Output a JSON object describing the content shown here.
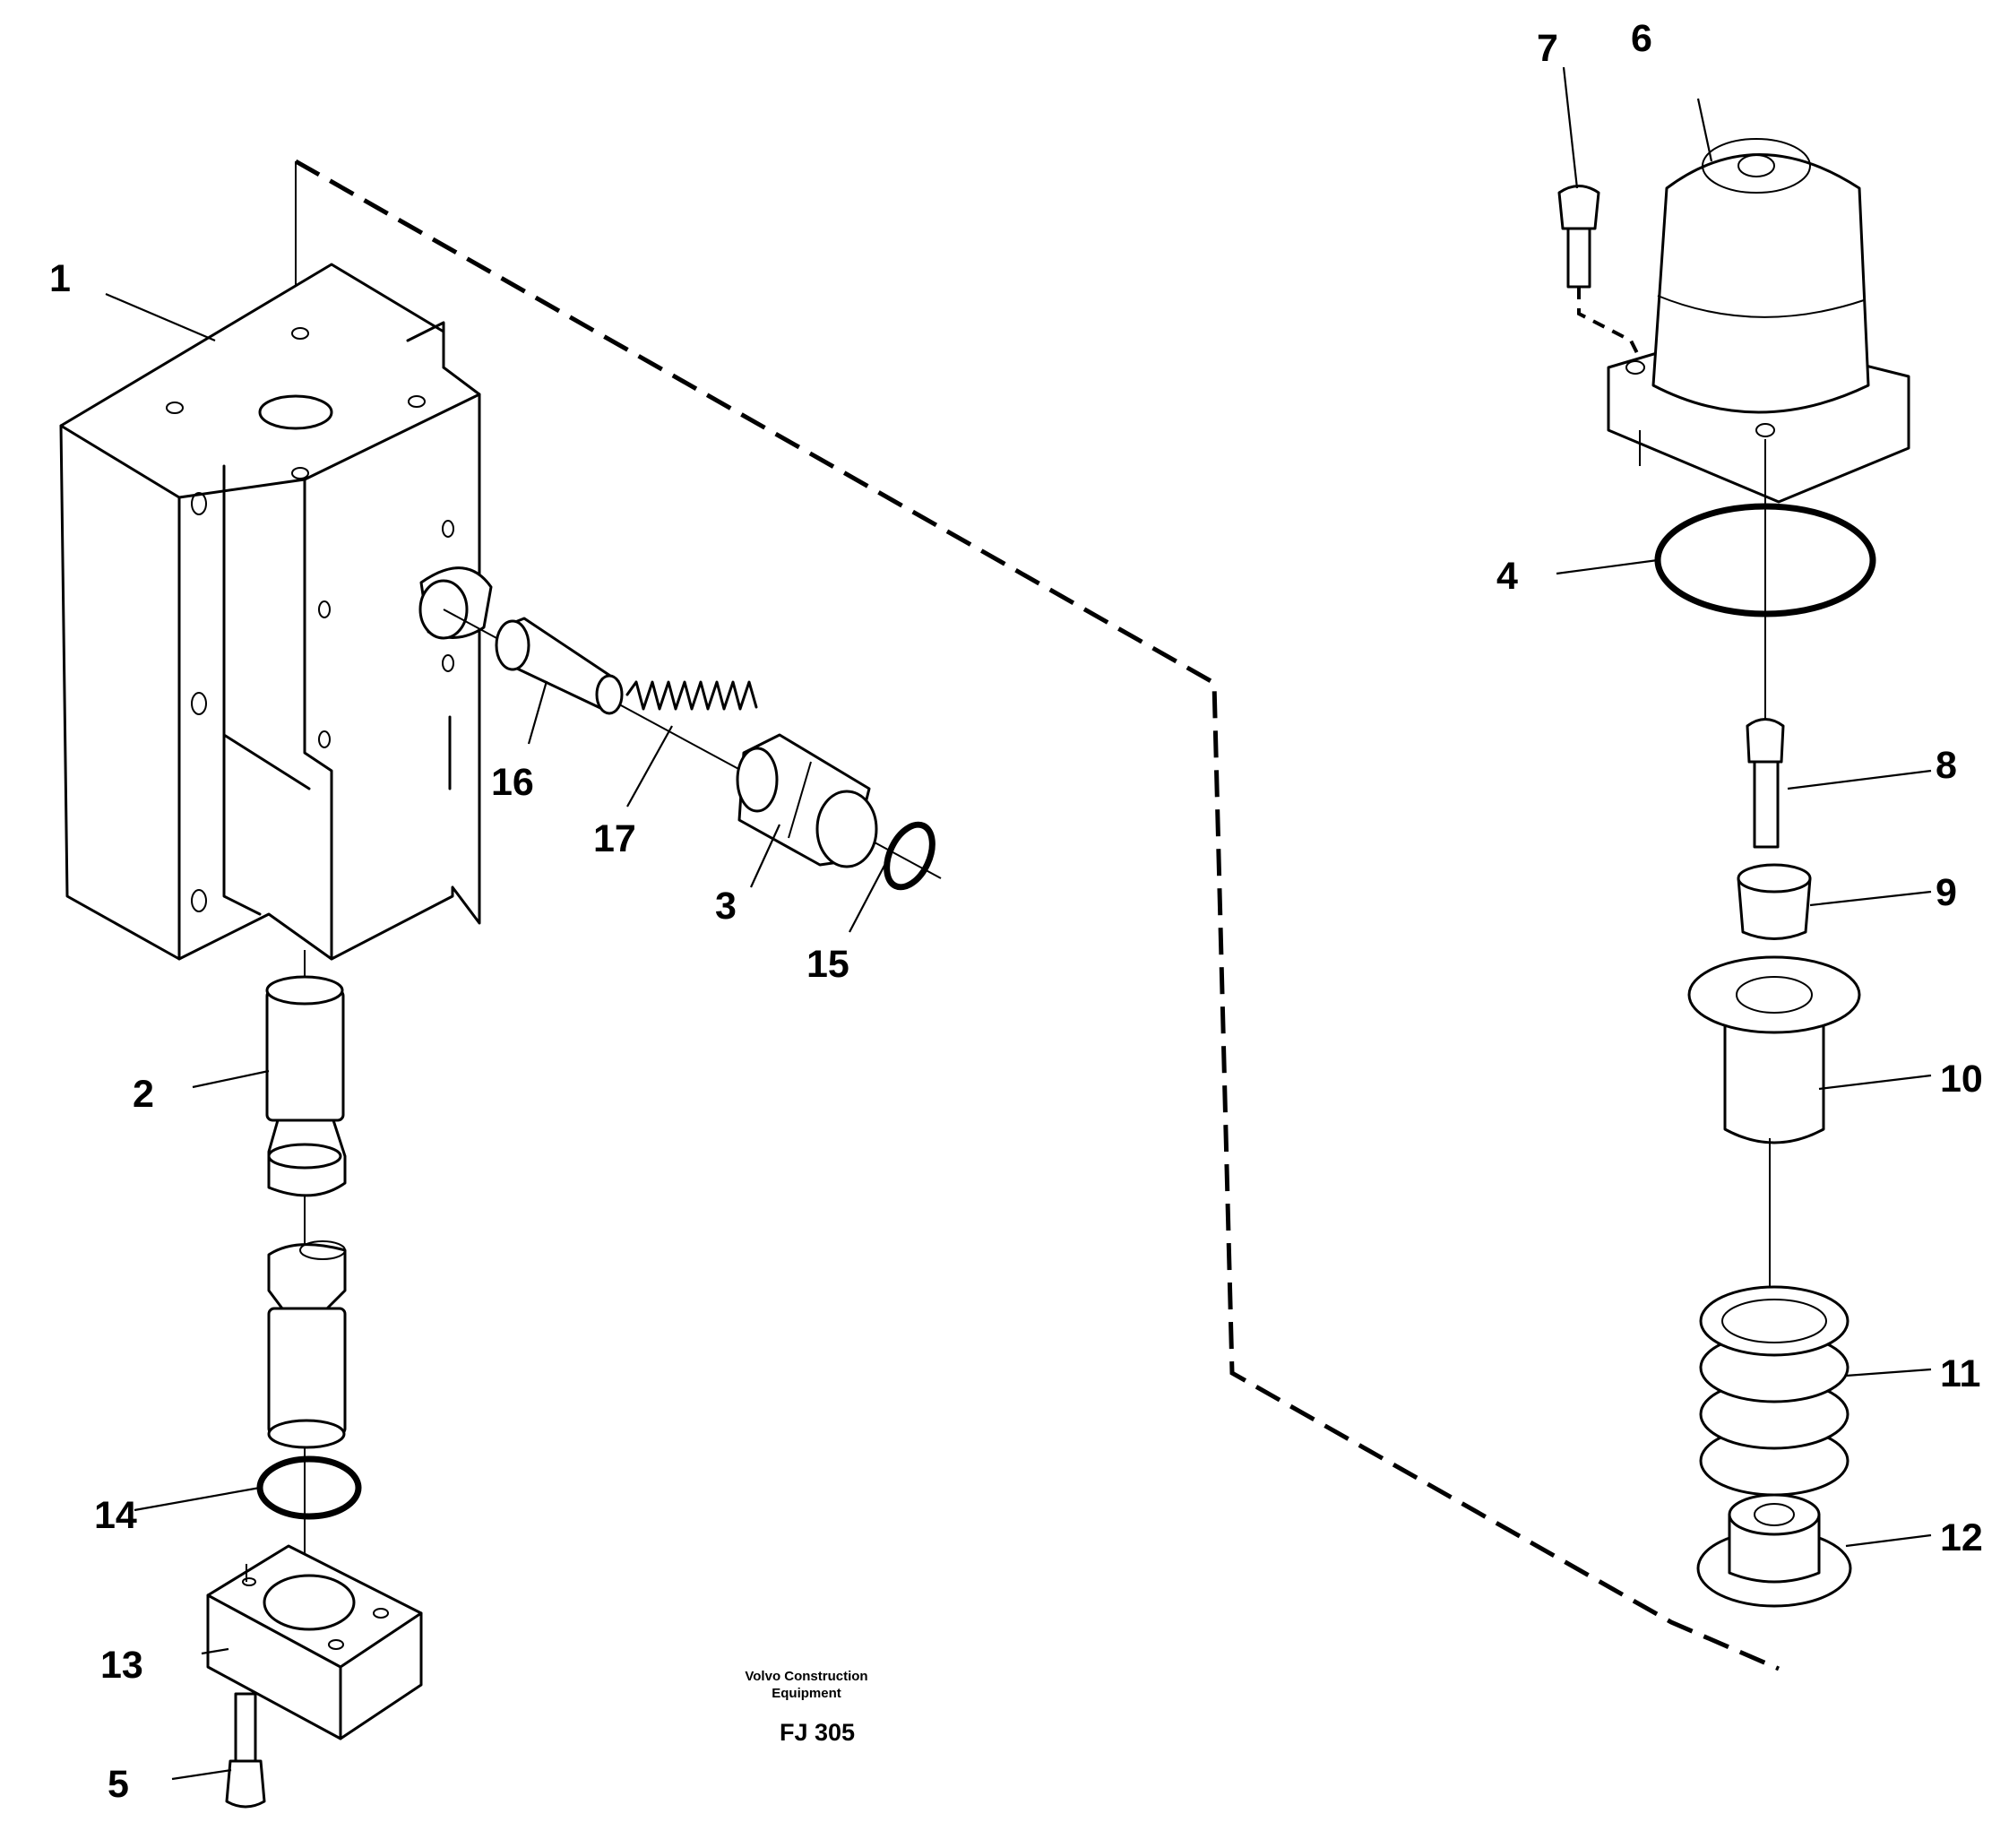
{
  "callouts": {
    "c1": "1",
    "c2": "2",
    "c3": "3",
    "c4": "4",
    "c5": "5",
    "c6": "6",
    "c7": "7",
    "c8": "8",
    "c9": "9",
    "c10": "10",
    "c11": "11",
    "c12": "12",
    "c13": "13",
    "c14": "14",
    "c15": "15",
    "c16": "16",
    "c17": "17"
  },
  "credit": {
    "line1": "Volvo Construction",
    "line2": "Equipment"
  },
  "drawing_code": "FJ 305"
}
